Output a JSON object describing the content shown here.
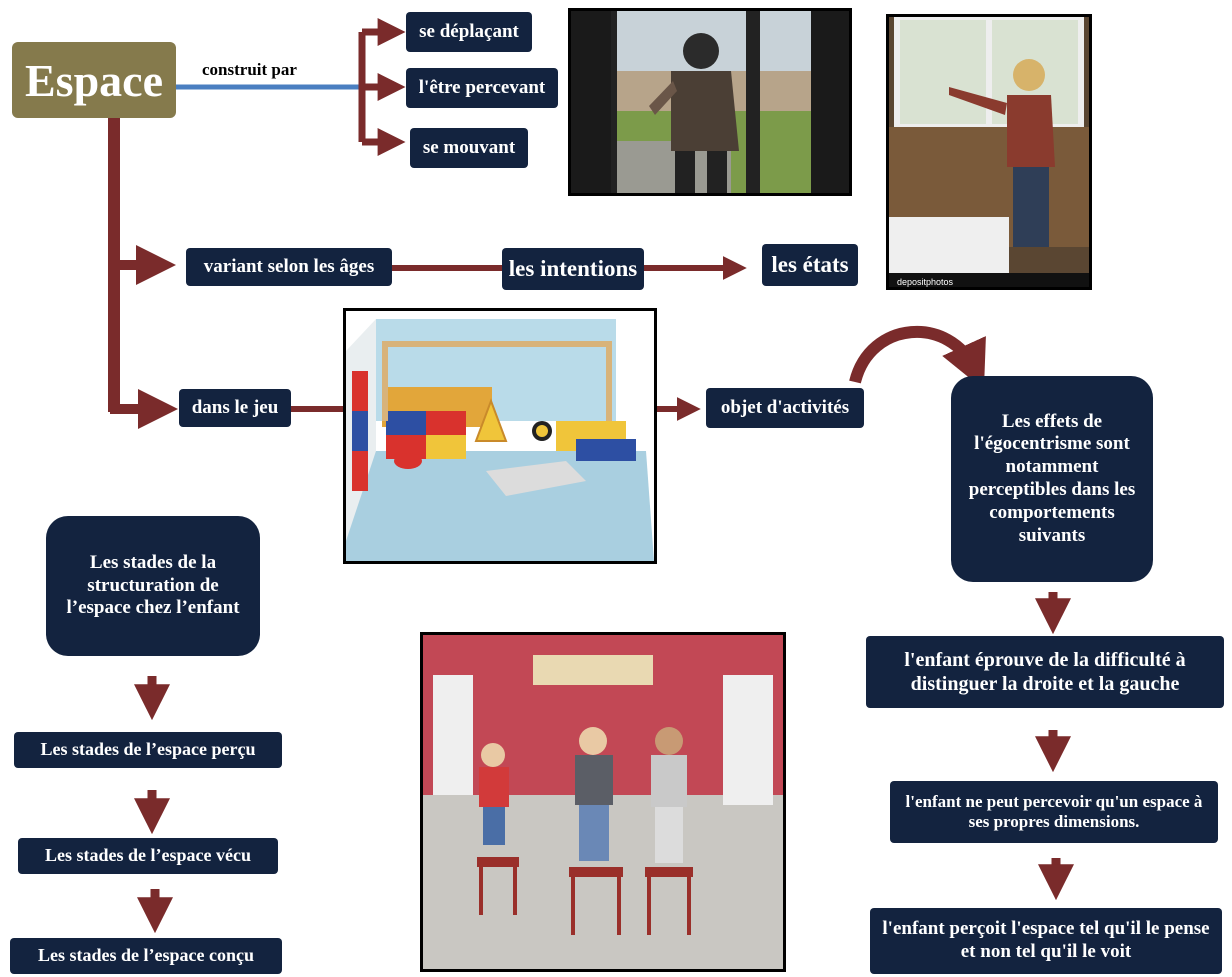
{
  "title": "Espace",
  "connector_label": "construit par",
  "construction": [
    "se déplaçant",
    "l'être percevant",
    "se mouvant"
  ],
  "branch_ages": "variant selon les âges",
  "branch_intentions": "les intentions",
  "branch_etats": "les états",
  "branch_jeu": "dans le jeu",
  "objet": "objet d'activités",
  "egocentrisme": "Les effets de l'égocentrisme sont notamment perceptibles dans les comportements suivants",
  "effects": [
    "l'enfant éprouve de la difficulté à distinguer la droite et la gauche",
    "l'enfant ne peut percevoir qu'un espace à ses propres dimensions.",
    "l'enfant perçoit l'espace tel qu'il le pense et non tel qu'il le voit"
  ],
  "stages_title": "Les stades de la structuration de l’espace chez l’enfant",
  "stages": [
    "Les stades de l’espace perçu",
    "Les stades de l’espace vécu",
    "Les stades de l’espace conçu"
  ],
  "photo_watermark": "depositphotos",
  "colors": {
    "title_bg": "#857a4c",
    "box_bg": "#13233f",
    "arrow": "#7a2b2b",
    "connector": "#4a7fc1"
  }
}
